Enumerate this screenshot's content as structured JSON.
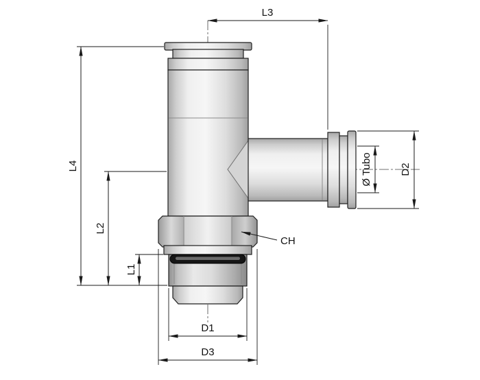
{
  "diagram": {
    "labels": {
      "l1": "L1",
      "l2": "L2",
      "l3": "L3",
      "l4": "L4",
      "d1": "D1",
      "d2": "D2",
      "d3": "D3",
      "ch": "CH",
      "tubo": "Ø Tubo"
    }
  }
}
